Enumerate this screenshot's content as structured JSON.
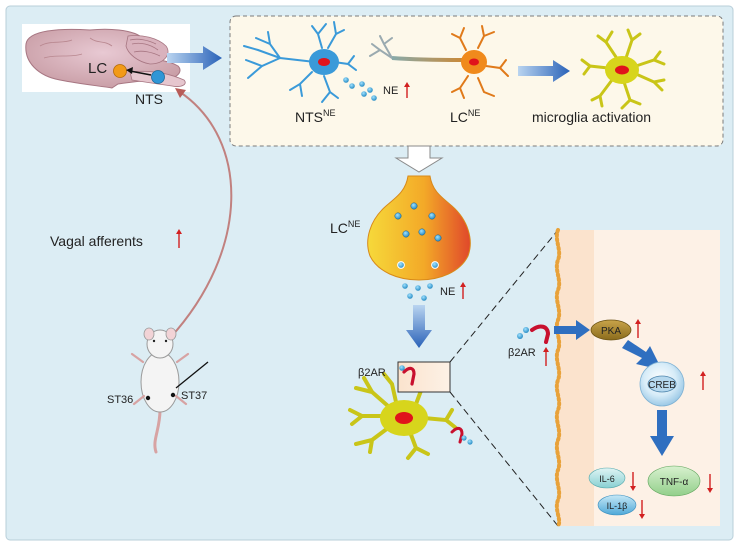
{
  "brain": {
    "lc_label": "LC",
    "nts_label": "NTS"
  },
  "pathway": {
    "nts_ne_base": "NTS",
    "nts_ne_sup": "NE",
    "lc_ne_base": "LC",
    "lc_ne_sup": "NE",
    "ne_label": "NE",
    "microglia_label": "microglia activation"
  },
  "terminal": {
    "lc_ne_base": "LC",
    "lc_ne_sup": "NE",
    "ne_label": "NE"
  },
  "receptor": {
    "label": "β2AR"
  },
  "vagal": {
    "label": "Vagal afferents"
  },
  "rat": {
    "st36": "ST36",
    "st37": "ST37"
  },
  "signaling": {
    "b2ar_label": "β2AR",
    "pka": "PKA",
    "creb": "CREB",
    "il6": "IL-6",
    "il1b": "IL-1β",
    "tnfa": "TNF-α"
  },
  "colors": {
    "background": "#dcedf4",
    "panel": "#fdf8ea",
    "arrow_blue": "#2f6fc0",
    "up_red": "#d22020",
    "neuron_blue": "#3a9ad9",
    "neuron_orange": "#e07a1a",
    "microglia_yellow": "#d7d51c"
  }
}
